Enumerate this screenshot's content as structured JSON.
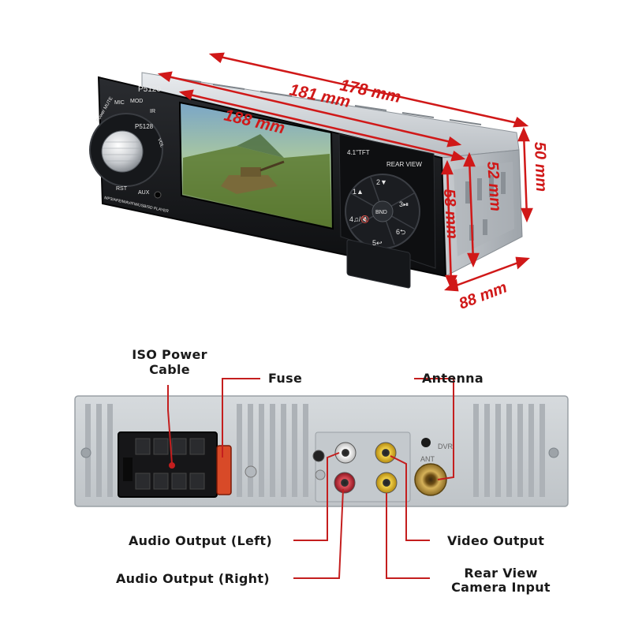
{
  "front_unit": {
    "model_top": "P5120",
    "model_knob": "P5128",
    "screen_size": "4.1\"TFT",
    "rear_view": "REAR VIEW",
    "center_button": "BND",
    "buttons": [
      "1▲",
      "2▼",
      "3⏯",
      "4♫/🔇",
      "5↩",
      "6⮌"
    ],
    "labels_left": [
      "MIC",
      "MOD",
      "IR",
      "Power MUTE",
      "VOL",
      "RST",
      "AUX"
    ],
    "bottom_strip": "MP3/APE/WAV/FM/USB/SD PLAYER"
  },
  "dimensions": {
    "d178": "178 mm",
    "d181": "181 mm",
    "d188": "188 mm",
    "d50": "50 mm",
    "d52": "52 mm",
    "d58": "58 mm",
    "d88": "88 mm"
  },
  "rear_labels": {
    "iso_power_cable": "ISO Power\nCable",
    "fuse": "Fuse",
    "antenna": "Antenna",
    "audio_left": "Audio Output (Left)",
    "audio_right": "Audio Output (Right)",
    "video_output": "Video Output",
    "rear_view_camera": "Rear View\nCamera Input",
    "panel_dvr": "DVR",
    "panel_ant": "ANT"
  },
  "colors": {
    "dimension_red": "#d01818",
    "callout_line": "#c41e1e",
    "rca_red": "#c0202a",
    "rca_yellow": "#e8c020",
    "rca_white": "#f2f2f2",
    "metal": "#cfd3d6"
  }
}
